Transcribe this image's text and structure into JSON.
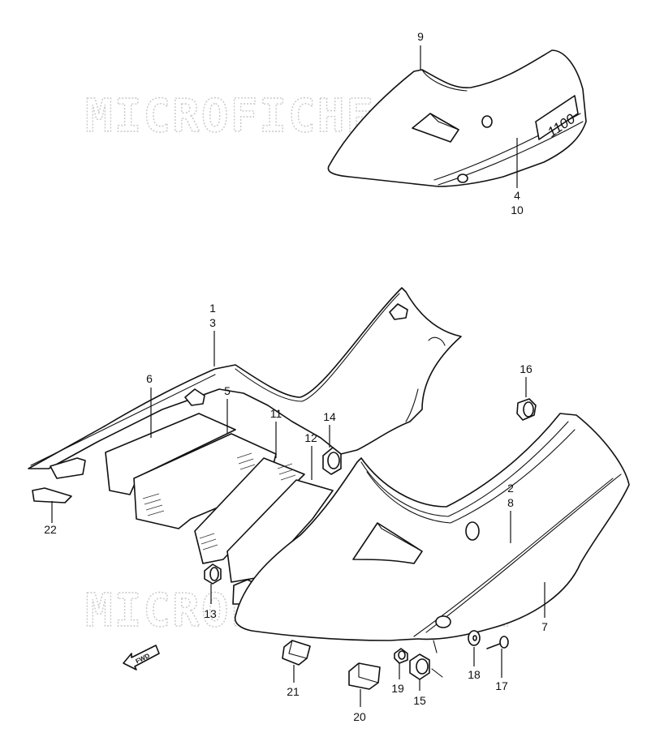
{
  "watermark": "MICROFICHES.NET",
  "fwd_label": "FWD",
  "badge_text": "1100",
  "callouts": [
    {
      "id": "c9",
      "label": "9"
    },
    {
      "id": "c4",
      "label": "4"
    },
    {
      "id": "c10",
      "label": "10"
    },
    {
      "id": "c1",
      "label": "1"
    },
    {
      "id": "c3",
      "label": "3"
    },
    {
      "id": "c6",
      "label": "6"
    },
    {
      "id": "c5",
      "label": "5"
    },
    {
      "id": "c11",
      "label": "11"
    },
    {
      "id": "c12",
      "label": "12"
    },
    {
      "id": "c14",
      "label": "14"
    },
    {
      "id": "c16",
      "label": "16"
    },
    {
      "id": "c2",
      "label": "2"
    },
    {
      "id": "c8",
      "label": "8"
    },
    {
      "id": "c22",
      "label": "22"
    },
    {
      "id": "c13",
      "label": "13"
    },
    {
      "id": "c7",
      "label": "7"
    },
    {
      "id": "c18",
      "label": "18"
    },
    {
      "id": "c17",
      "label": "17"
    },
    {
      "id": "c21",
      "label": "21"
    },
    {
      "id": "c19",
      "label": "19"
    },
    {
      "id": "c15",
      "label": "15"
    },
    {
      "id": "c20",
      "label": "20"
    }
  ]
}
